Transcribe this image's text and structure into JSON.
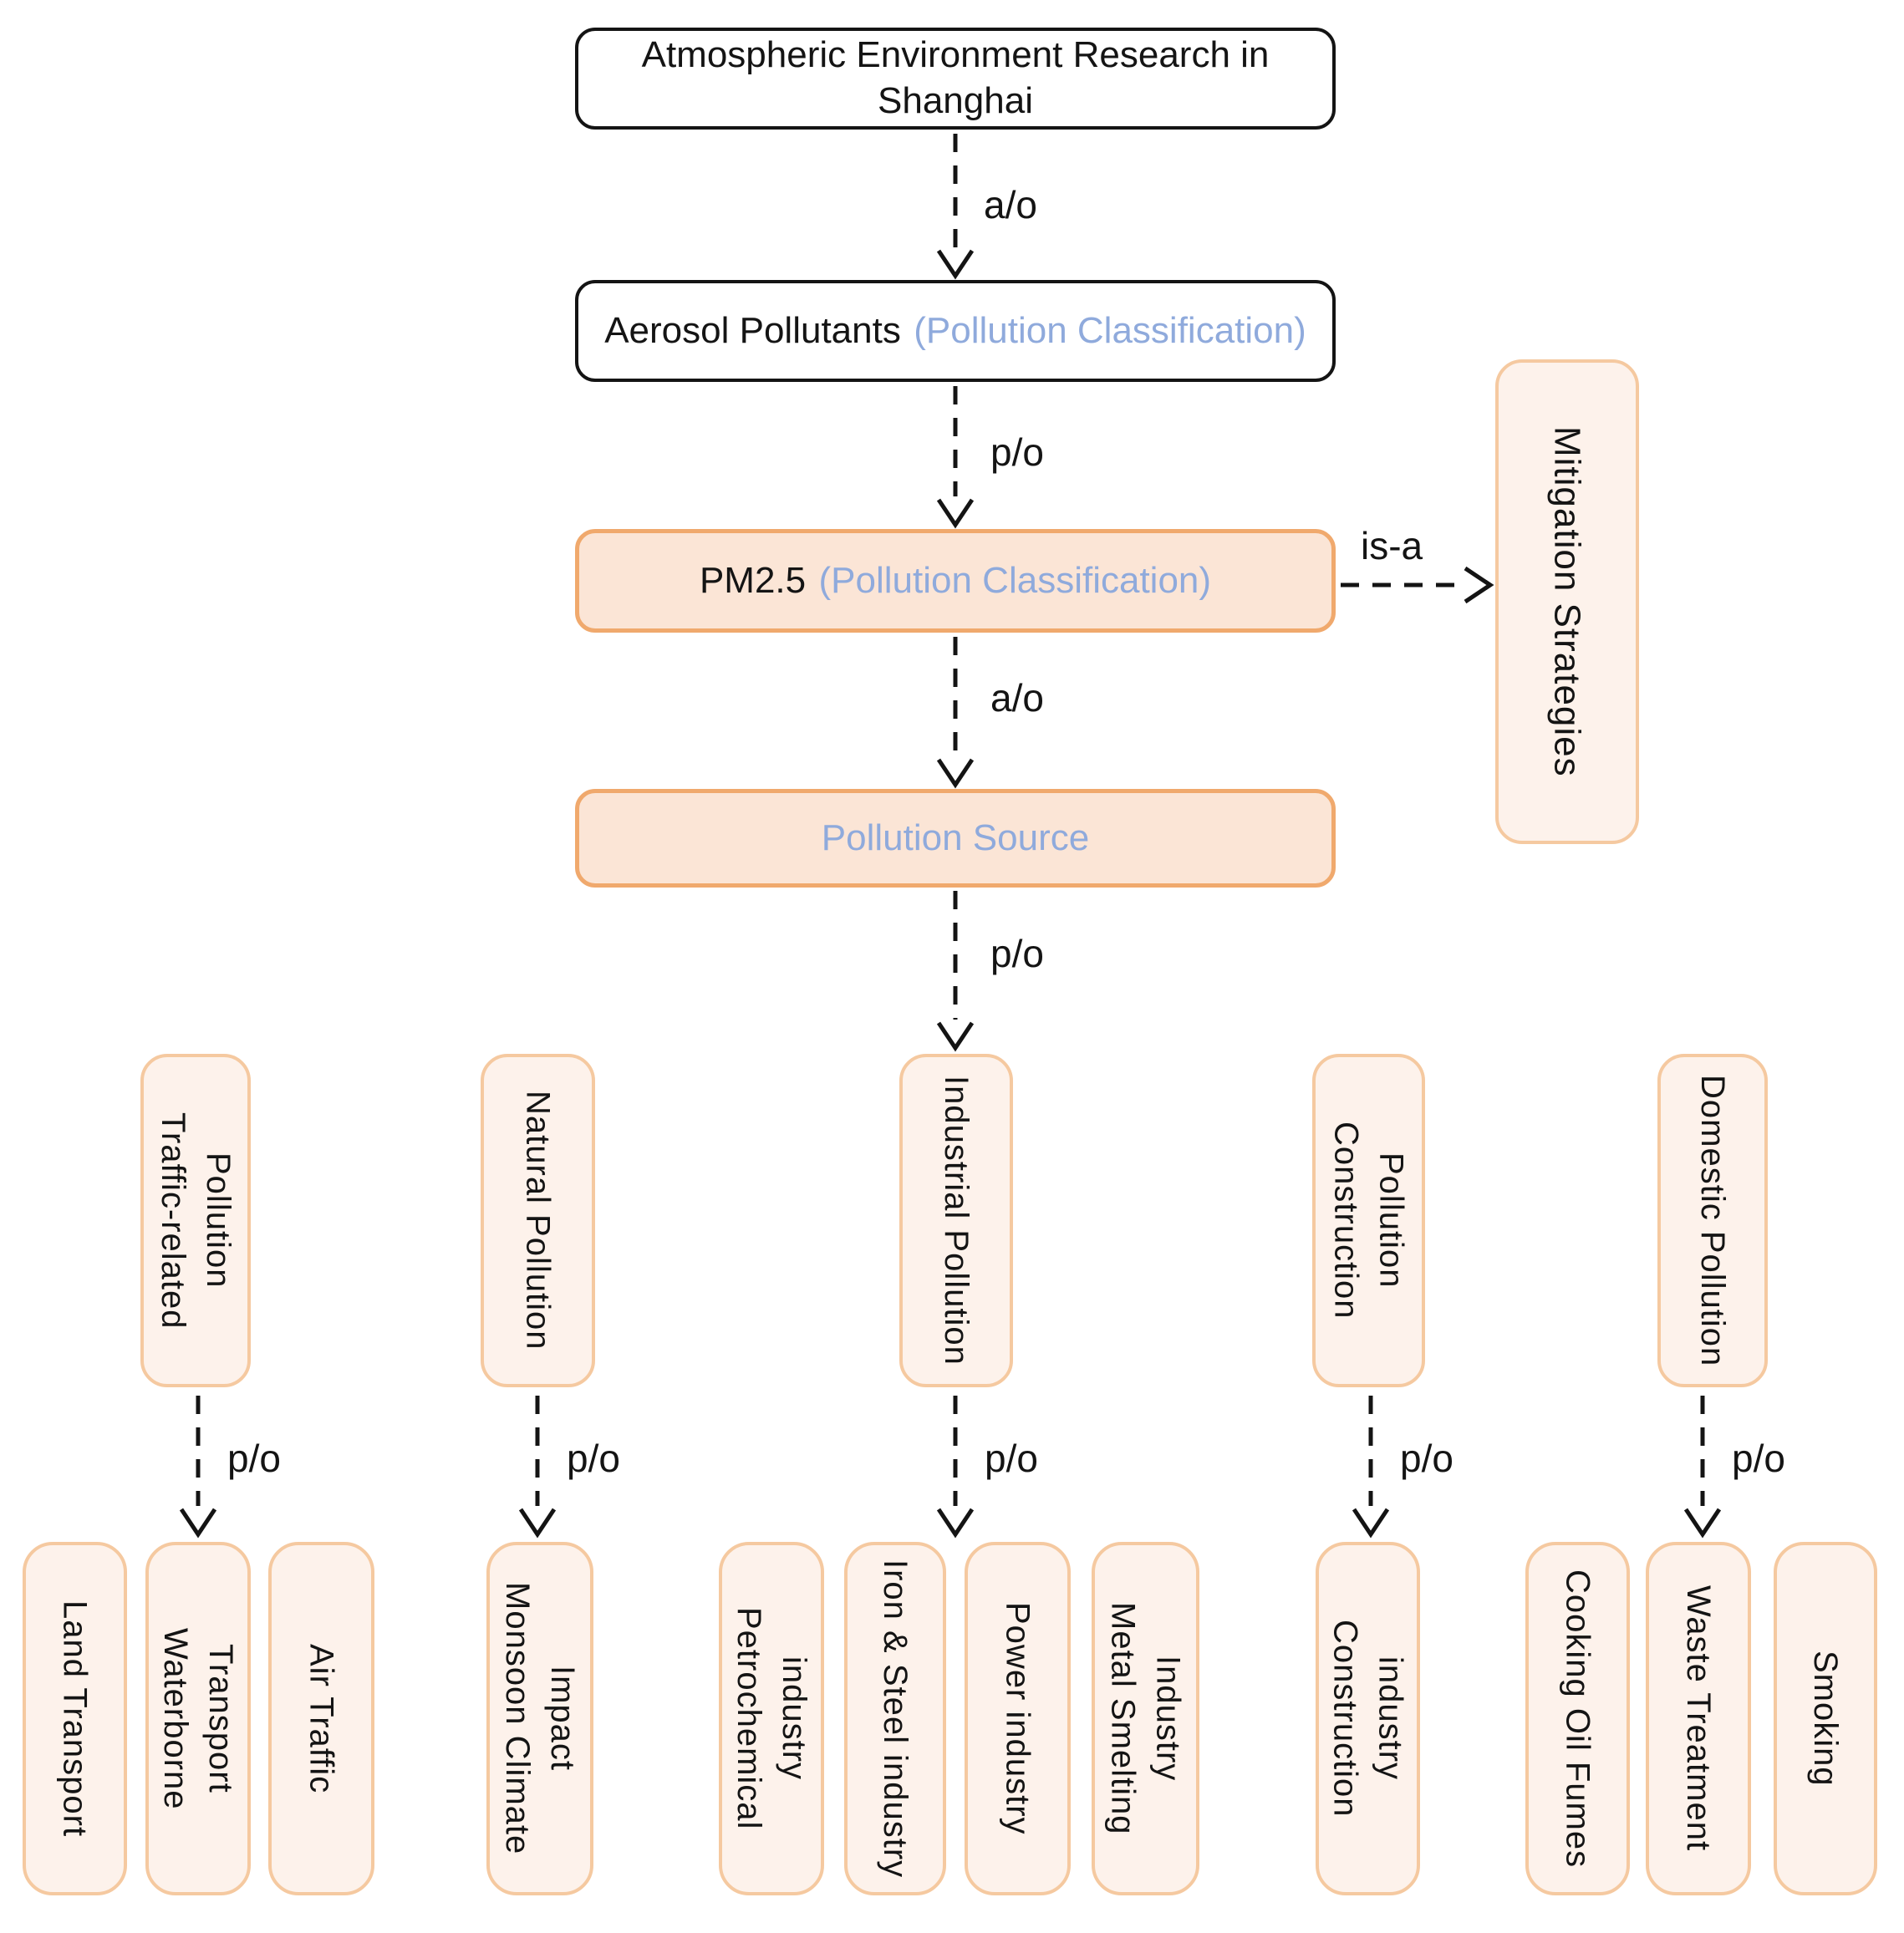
{
  "colors": {
    "accent_blue": "#8FAADC",
    "peach_fill": "#FBE5D6",
    "peach_border": "#F0A96D",
    "light_fill": "#FDF2EB",
    "light_border": "#F5C9A0",
    "line_black": "#141414"
  },
  "nodes": {
    "title": {
      "label": "Atmospheric Environment Research in Shanghai"
    },
    "aerosol": {
      "label": "Aerosol Pollutants",
      "annotation": "(Pollution Classification)"
    },
    "pm25": {
      "label": "PM2.5",
      "annotation": "(Pollution Classification)"
    },
    "pollution_source": {
      "label": "Pollution Source"
    },
    "mitigation": {
      "label": "Mitigation Strategies"
    },
    "categories": [
      {
        "label": "Traffic-related\nPollution"
      },
      {
        "label": "Natural Pollution"
      },
      {
        "label": "Industrial Pollution"
      },
      {
        "label": "Construction\nPollution"
      },
      {
        "label": "Domestic Pollution"
      }
    ],
    "leaves": [
      {
        "label": "Land Transport"
      },
      {
        "label": "Waterborne\nTransport"
      },
      {
        "label": "Air Traffic"
      },
      {
        "label": "Monsoon Climate\nImpact"
      },
      {
        "label": "Petrochemical\nindustry"
      },
      {
        "label": "Iron & Steel industry"
      },
      {
        "label": "Power industry"
      },
      {
        "label": "Metal Smelting\nIndustry"
      },
      {
        "label": "Construction\nindustry"
      },
      {
        "label": "Cooking Oil Fumes"
      },
      {
        "label": "Waste Treatment"
      },
      {
        "label": "Smoking"
      }
    ]
  },
  "edges": {
    "root_to_aerosol": "a/o",
    "aerosol_to_pm25": "p/o",
    "pm25_to_source": "a/o",
    "pm25_to_mitigation": "is-a",
    "source_to_categories": "p/o",
    "traffic_to_leaves": "p/o",
    "natural_to_leaves": "p/o",
    "industrial_to_leaves": "p/o",
    "construction_to_leaves": "p/o",
    "domestic_to_leaves": "p/o"
  }
}
